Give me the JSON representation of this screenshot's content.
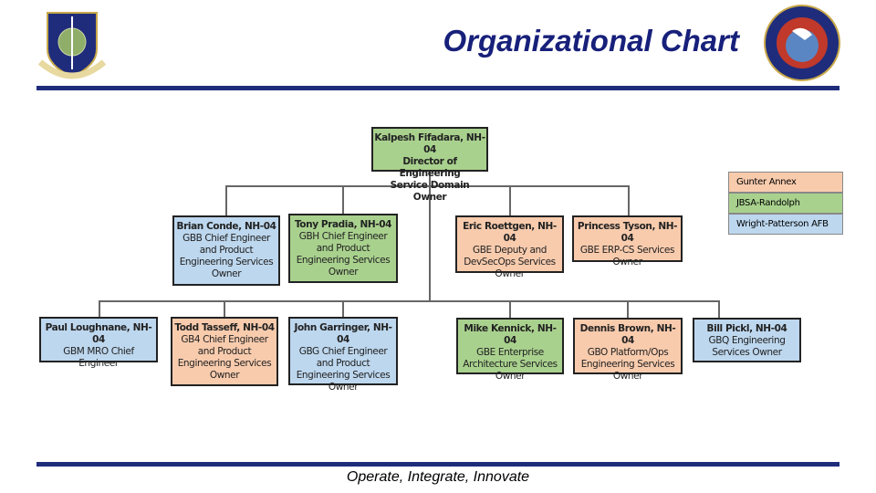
{
  "title": "Organizational Chart",
  "tagline": "Operate, Integrate, Innovate",
  "logos": {
    "left": "AIR FORCE LCMC",
    "right": "Business and Enterprise Systems"
  },
  "colors": {
    "blue": "#bdd7ee",
    "green": "#a9d18e",
    "orange": "#f8cbad",
    "brand": "#1f2c7c"
  },
  "legend": [
    "Gunter Annex",
    "JBSA-Randolph",
    "Wright-Patterson AFB"
  ],
  "director": {
    "name": "Kalpesh Fifadara, NH-04",
    "lines": [
      "Director of Engineering",
      "Service Domain Owner"
    ]
  },
  "row2": [
    {
      "name": "Brian Conde, NH-04",
      "role": "GBB Chief Engineer and Product Engineering Services Owner"
    },
    {
      "name": "Tony Pradia, NH-04",
      "role": "GBH Chief Engineer and Product Engineering Services Owner"
    },
    {
      "name": "Eric Roettgen, NH-04",
      "role": "GBE Deputy and DevSecOps Services Owner"
    },
    {
      "name": "Princess Tyson, NH-04",
      "role": "GBE ERP-CS Services Owner"
    }
  ],
  "row3": [
    {
      "name": "Paul Loughnane, NH-04",
      "role": "GBM MRO Chief Engineer"
    },
    {
      "name": "Todd Tasseff, NH-04",
      "role": "GB4 Chief Engineer and Product Engineering Services Owner"
    },
    {
      "name": "John Garringer, NH-04",
      "role": "GBG Chief Engineer and Product Engineering Services Owner"
    },
    {
      "name": "Mike Kennick, NH-04",
      "role": "GBE Enterprise Architecture Services Owner"
    },
    {
      "name": "Dennis Brown, NH-04",
      "role": "GBO Platform/Ops Engineering Services Owner"
    },
    {
      "name": "Bill Pickl, NH-04",
      "role": "GBQ Engineering Services Owner"
    }
  ]
}
